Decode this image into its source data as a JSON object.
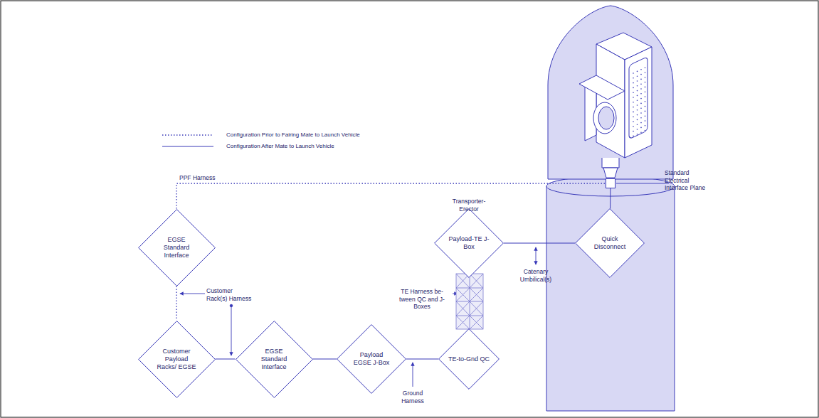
{
  "diagram": {
    "nodes": [
      {
        "text": [
          "EGSE Standard Interface"
        ]
      },
      {
        "text": [
          "Customer Payload Racks/ EGSE"
        ]
      },
      {
        "text": [
          "EGSE Standard Interface"
        ]
      },
      {
        "text": [
          "Payload EGSE J-Box"
        ]
      },
      {
        "text": [
          "TE-to-Gnd QC"
        ]
      },
      {
        "text": [
          "Payload-TE J-Box"
        ]
      },
      {
        "text": [
          "Quick Disconnect"
        ]
      },
      {
        "text": [
          "Standard Electrical Interface Plane"
        ]
      }
    ],
    "edges": [
      {
        "from": 0,
        "to": 7,
        "label": "PPF Harness",
        "arrow": "none"
      },
      {
        "from": 0,
        "to": 1,
        "arrow": "none"
      },
      {
        "from": 1,
        "to": 2,
        "arrow": "none"
      },
      {
        "from": 2,
        "to": 3,
        "arrow": "none"
      },
      {
        "from": 3,
        "to": 4,
        "arrow": "none"
      },
      {
        "from": 4,
        "to": 5,
        "arrow": "none"
      },
      {
        "from": 5,
        "to": 6,
        "arrow": "none"
      },
      {
        "from": 6,
        "to": 7,
        "arrow": "none"
      }
    ],
    "labels": [
      "Transporter- Erector",
      "Customer Rack(s) Harness",
      "TE Harness be- tween QC and J-Boxes",
      "Ground Harness",
      "Catenary Umbilical(s)"
    ],
    "legend": [
      {
        "text": "Configuration Prior to Fairing Mate to Launch Vehicle"
      },
      {
        "text": "Configuration After Mate to Launch Vehicle"
      }
    ]
  }
}
